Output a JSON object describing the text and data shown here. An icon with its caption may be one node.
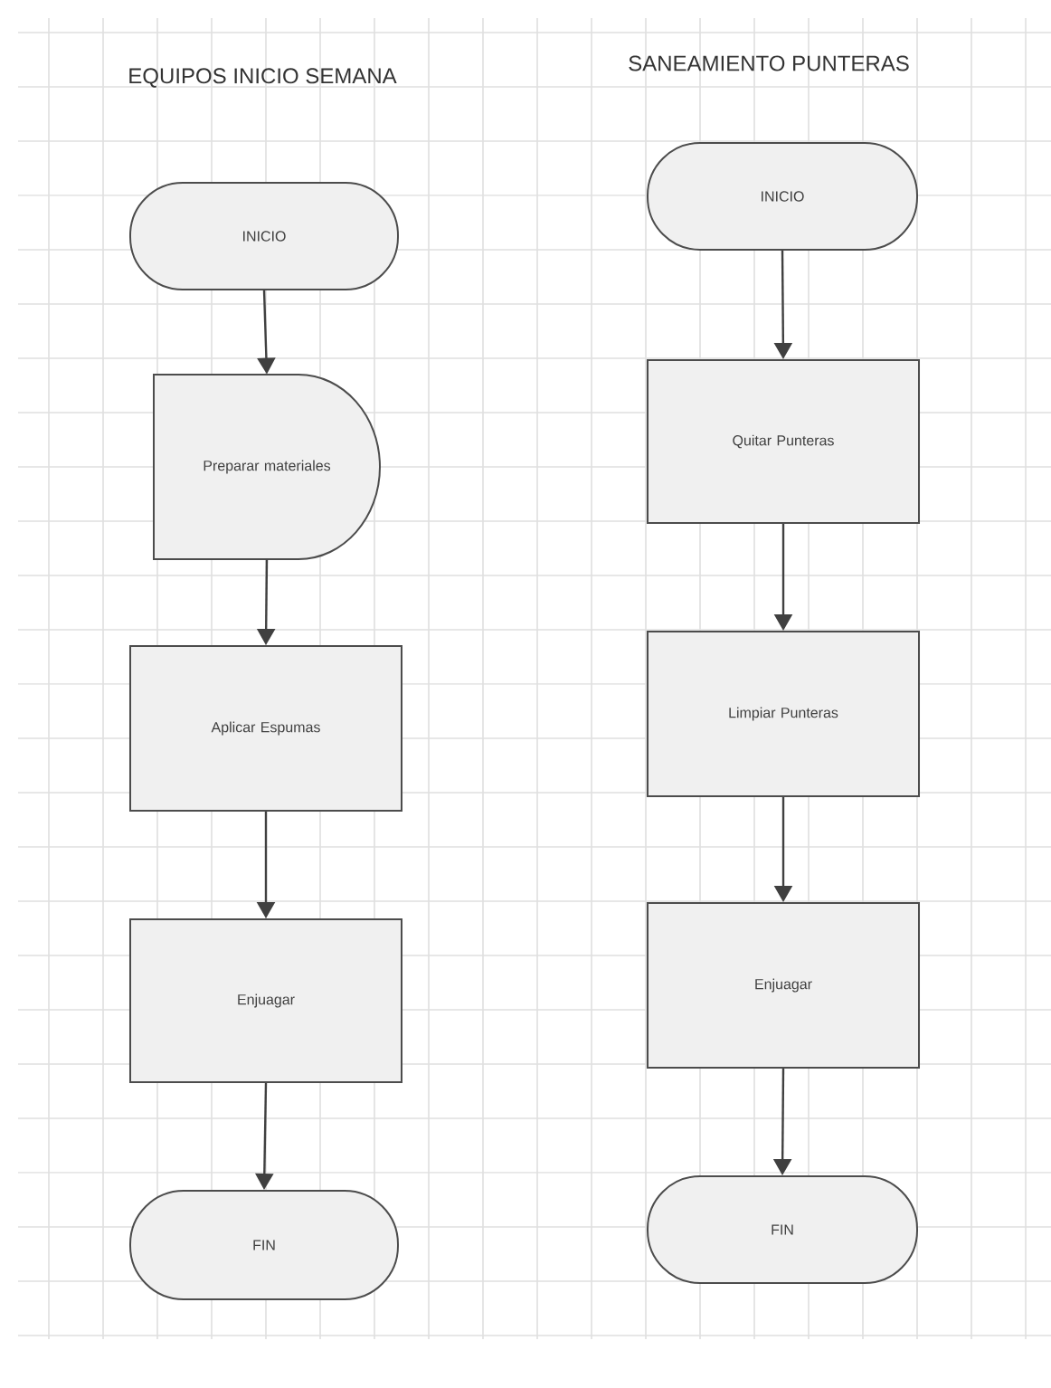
{
  "diagram": {
    "nodes": [
      {
        "text": [
          "INICIO"
        ]
      },
      {
        "text": [
          "Preparar materiales"
        ]
      },
      {
        "text": [
          "Aplicar Espumas"
        ]
      },
      {
        "text": [
          "Enjuagar"
        ]
      },
      {
        "text": [
          "FIN"
        ]
      },
      {
        "text": [
          "INICIO"
        ]
      },
      {
        "text": [
          "Quitar Punteras"
        ]
      },
      {
        "text": [
          "Limpiar Punteras"
        ]
      },
      {
        "text": [
          "Enjuagar"
        ]
      },
      {
        "text": [
          "FIN"
        ]
      }
    ],
    "edges": [
      {
        "from": 0,
        "to": 1,
        "arrow": "to"
      },
      {
        "from": 1,
        "to": 2,
        "arrow": "to"
      },
      {
        "from": 2,
        "to": 3,
        "arrow": "to"
      },
      {
        "from": 3,
        "to": 4,
        "arrow": "to"
      },
      {
        "from": 5,
        "to": 6,
        "arrow": "to"
      },
      {
        "from": 6,
        "to": 7,
        "arrow": "to"
      },
      {
        "from": 7,
        "to": 8,
        "arrow": "to"
      },
      {
        "from": 8,
        "to": 9,
        "arrow": "to"
      }
    ],
    "labels": [
      "EQUIPOS INICIO SEMANA",
      "SANEAMIENTO PUNTERAS"
    ]
  }
}
